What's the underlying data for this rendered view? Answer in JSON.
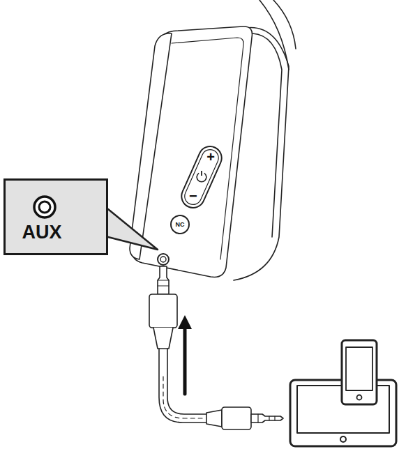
{
  "diagram": {
    "nodes": [
      {
        "text": [
          "+",
          "−"
        ]
      },
      {
        "text": [
          "NC"
        ]
      },
      {
        "text": [
          "AUX"
        ]
      }
    ]
  }
}
